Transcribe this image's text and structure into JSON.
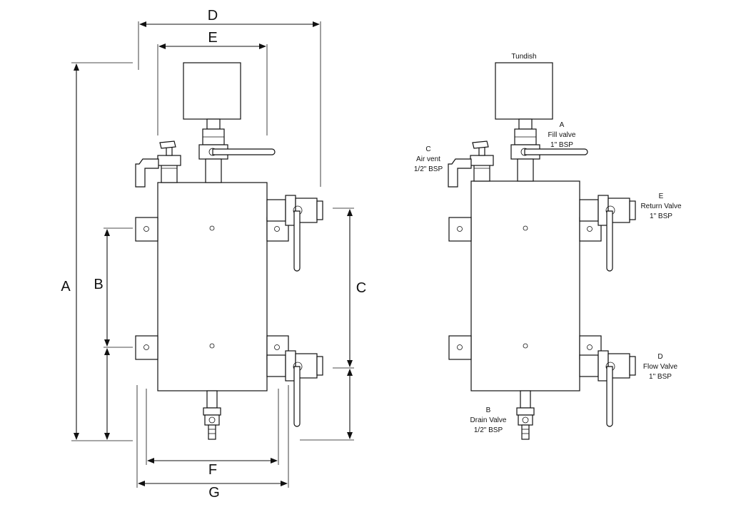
{
  "dimensions": {
    "a": "A",
    "b": "B",
    "c": "C",
    "d": "D",
    "e": "E",
    "f": "F",
    "g": "G"
  },
  "labels": {
    "tundish": "Tundish",
    "fill_valve": [
      "A",
      "Fill valve",
      "1\" BSP"
    ],
    "air_vent": [
      "C",
      "Air vent",
      "1/2\" BSP"
    ],
    "return_valve": [
      "E",
      "Return Valve",
      "1\" BSP"
    ],
    "flow_valve": [
      "D",
      "Flow Valve",
      "1\" BSP"
    ],
    "drain_valve": [
      "B",
      "Drain Valve",
      "1/2\" BSP"
    ]
  }
}
